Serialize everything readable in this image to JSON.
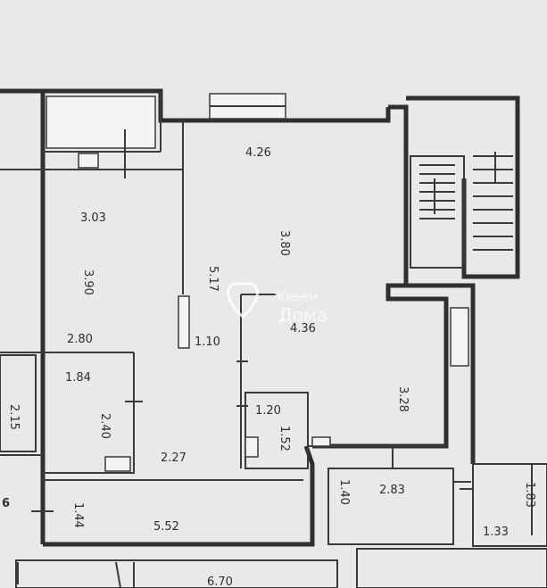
{
  "dimensions": {
    "d_4_26": "4.26",
    "d_3_03": "3.03",
    "d_3_80": "3.80",
    "d_5_17": "5.17",
    "d_3_90": "3.90",
    "d_2_80": "2.80",
    "d_1_10": "1.10",
    "d_4_36": "4.36",
    "d_3_28": "3.28",
    "d_1_84": "1.84",
    "d_2_40": "2.40",
    "d_2_15": "2.15",
    "d_1_20": "1.20",
    "d_1_52": "1.52",
    "d_2_27": "2.27",
    "d_1_44": "1.44",
    "d_5_52": "5.52",
    "d_1_40": "1.40",
    "d_2_83": "2.83",
    "d_1_83": "1.83",
    "d_1_33": "1.33",
    "d_6_70": "6.70",
    "d_6": "6"
  },
  "watermark": {
    "line1": "Живем",
    "line2": "Дома"
  }
}
